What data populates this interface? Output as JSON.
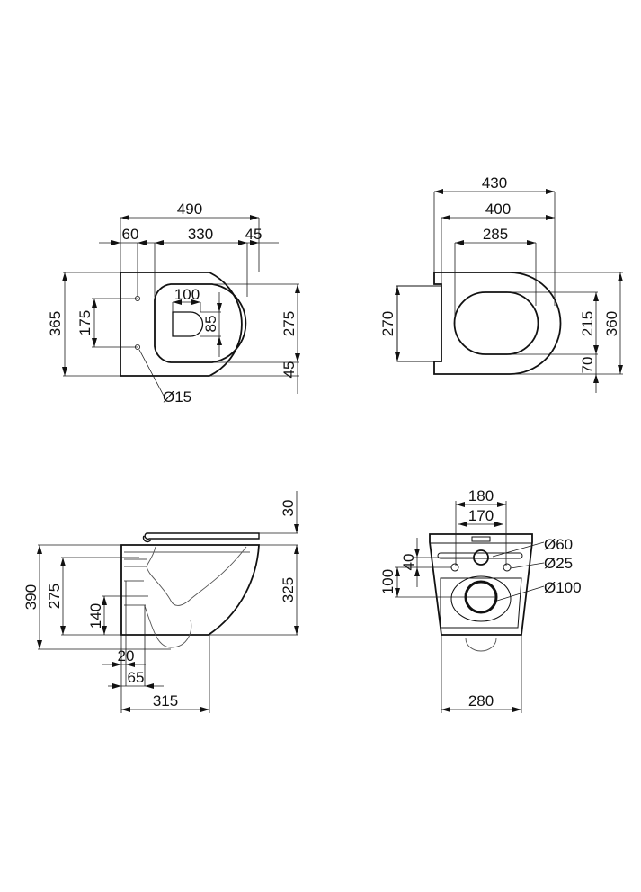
{
  "views": {
    "top_view": {
      "dims": {
        "overall_length": "490",
        "left_offset": "60",
        "bowl_length": "330",
        "right_offset": "45",
        "overall_width": "365",
        "fixing_spacing": "175",
        "outlet_width": "100",
        "outlet_depth": "85",
        "bowl_width": "275",
        "rim_bottom": "45",
        "fixing_hole": "Ø15"
      }
    },
    "seat_view": {
      "dims": {
        "overall_length": "430",
        "seat_length": "400",
        "opening_length": "285",
        "back_width": "270",
        "opening_width": "215",
        "overall_width": "360",
        "rim_bottom": "70"
      }
    },
    "side_view": {
      "dims": {
        "seat_thickness": "30",
        "overall_height": "390",
        "upper_height": "275",
        "outlet_height": "140",
        "body_height": "325",
        "wall_offset": "20",
        "outlet_offset": "65",
        "projection": "315"
      }
    },
    "back_view": {
      "dims": {
        "outer_span": "180",
        "inner_span": "170",
        "inlet_diameter": "Ø60",
        "fixing_diameter": "Ø25",
        "outlet_diameter": "Ø100",
        "fixing_height": "40",
        "outlet_height": "100",
        "base_width": "280"
      }
    }
  },
  "colors": {
    "line": "#111111",
    "background": "#ffffff"
  }
}
